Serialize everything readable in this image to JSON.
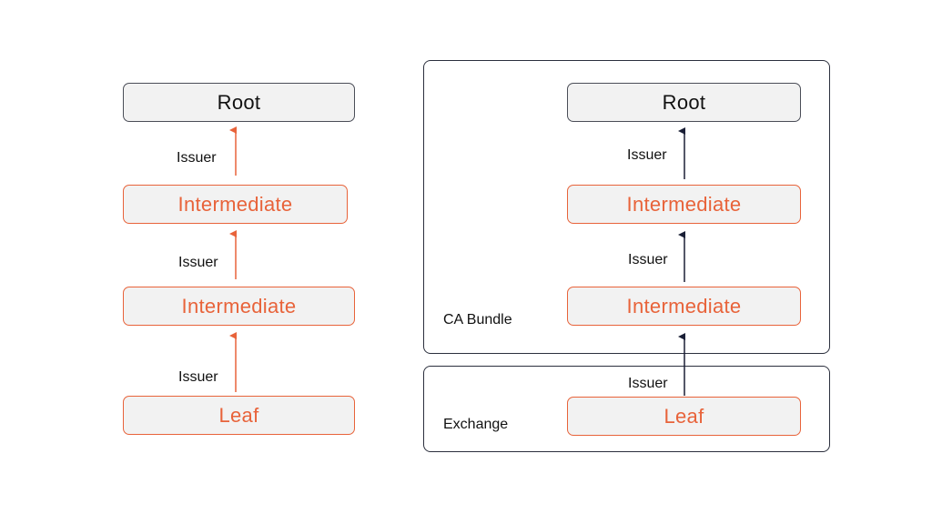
{
  "left_chain": {
    "root": "Root",
    "intermediate_1": "Intermediate",
    "intermediate_2": "Intermediate",
    "leaf": "Leaf",
    "issuer_1": "Issuer",
    "issuer_2": "Issuer",
    "issuer_3": "Issuer"
  },
  "right_chain": {
    "ca_bundle_label": "CA Bundle",
    "exchange_label": "Exchange",
    "root": "Root",
    "intermediate_1": "Intermediate",
    "intermediate_2": "Intermediate",
    "leaf": "Leaf",
    "issuer_1": "Issuer",
    "issuer_2": "Issuer",
    "issuer_3": "Issuer"
  },
  "colors": {
    "accent": "#e8633a",
    "dark": "#1a1f36",
    "node_fill": "#f2f2f2"
  }
}
